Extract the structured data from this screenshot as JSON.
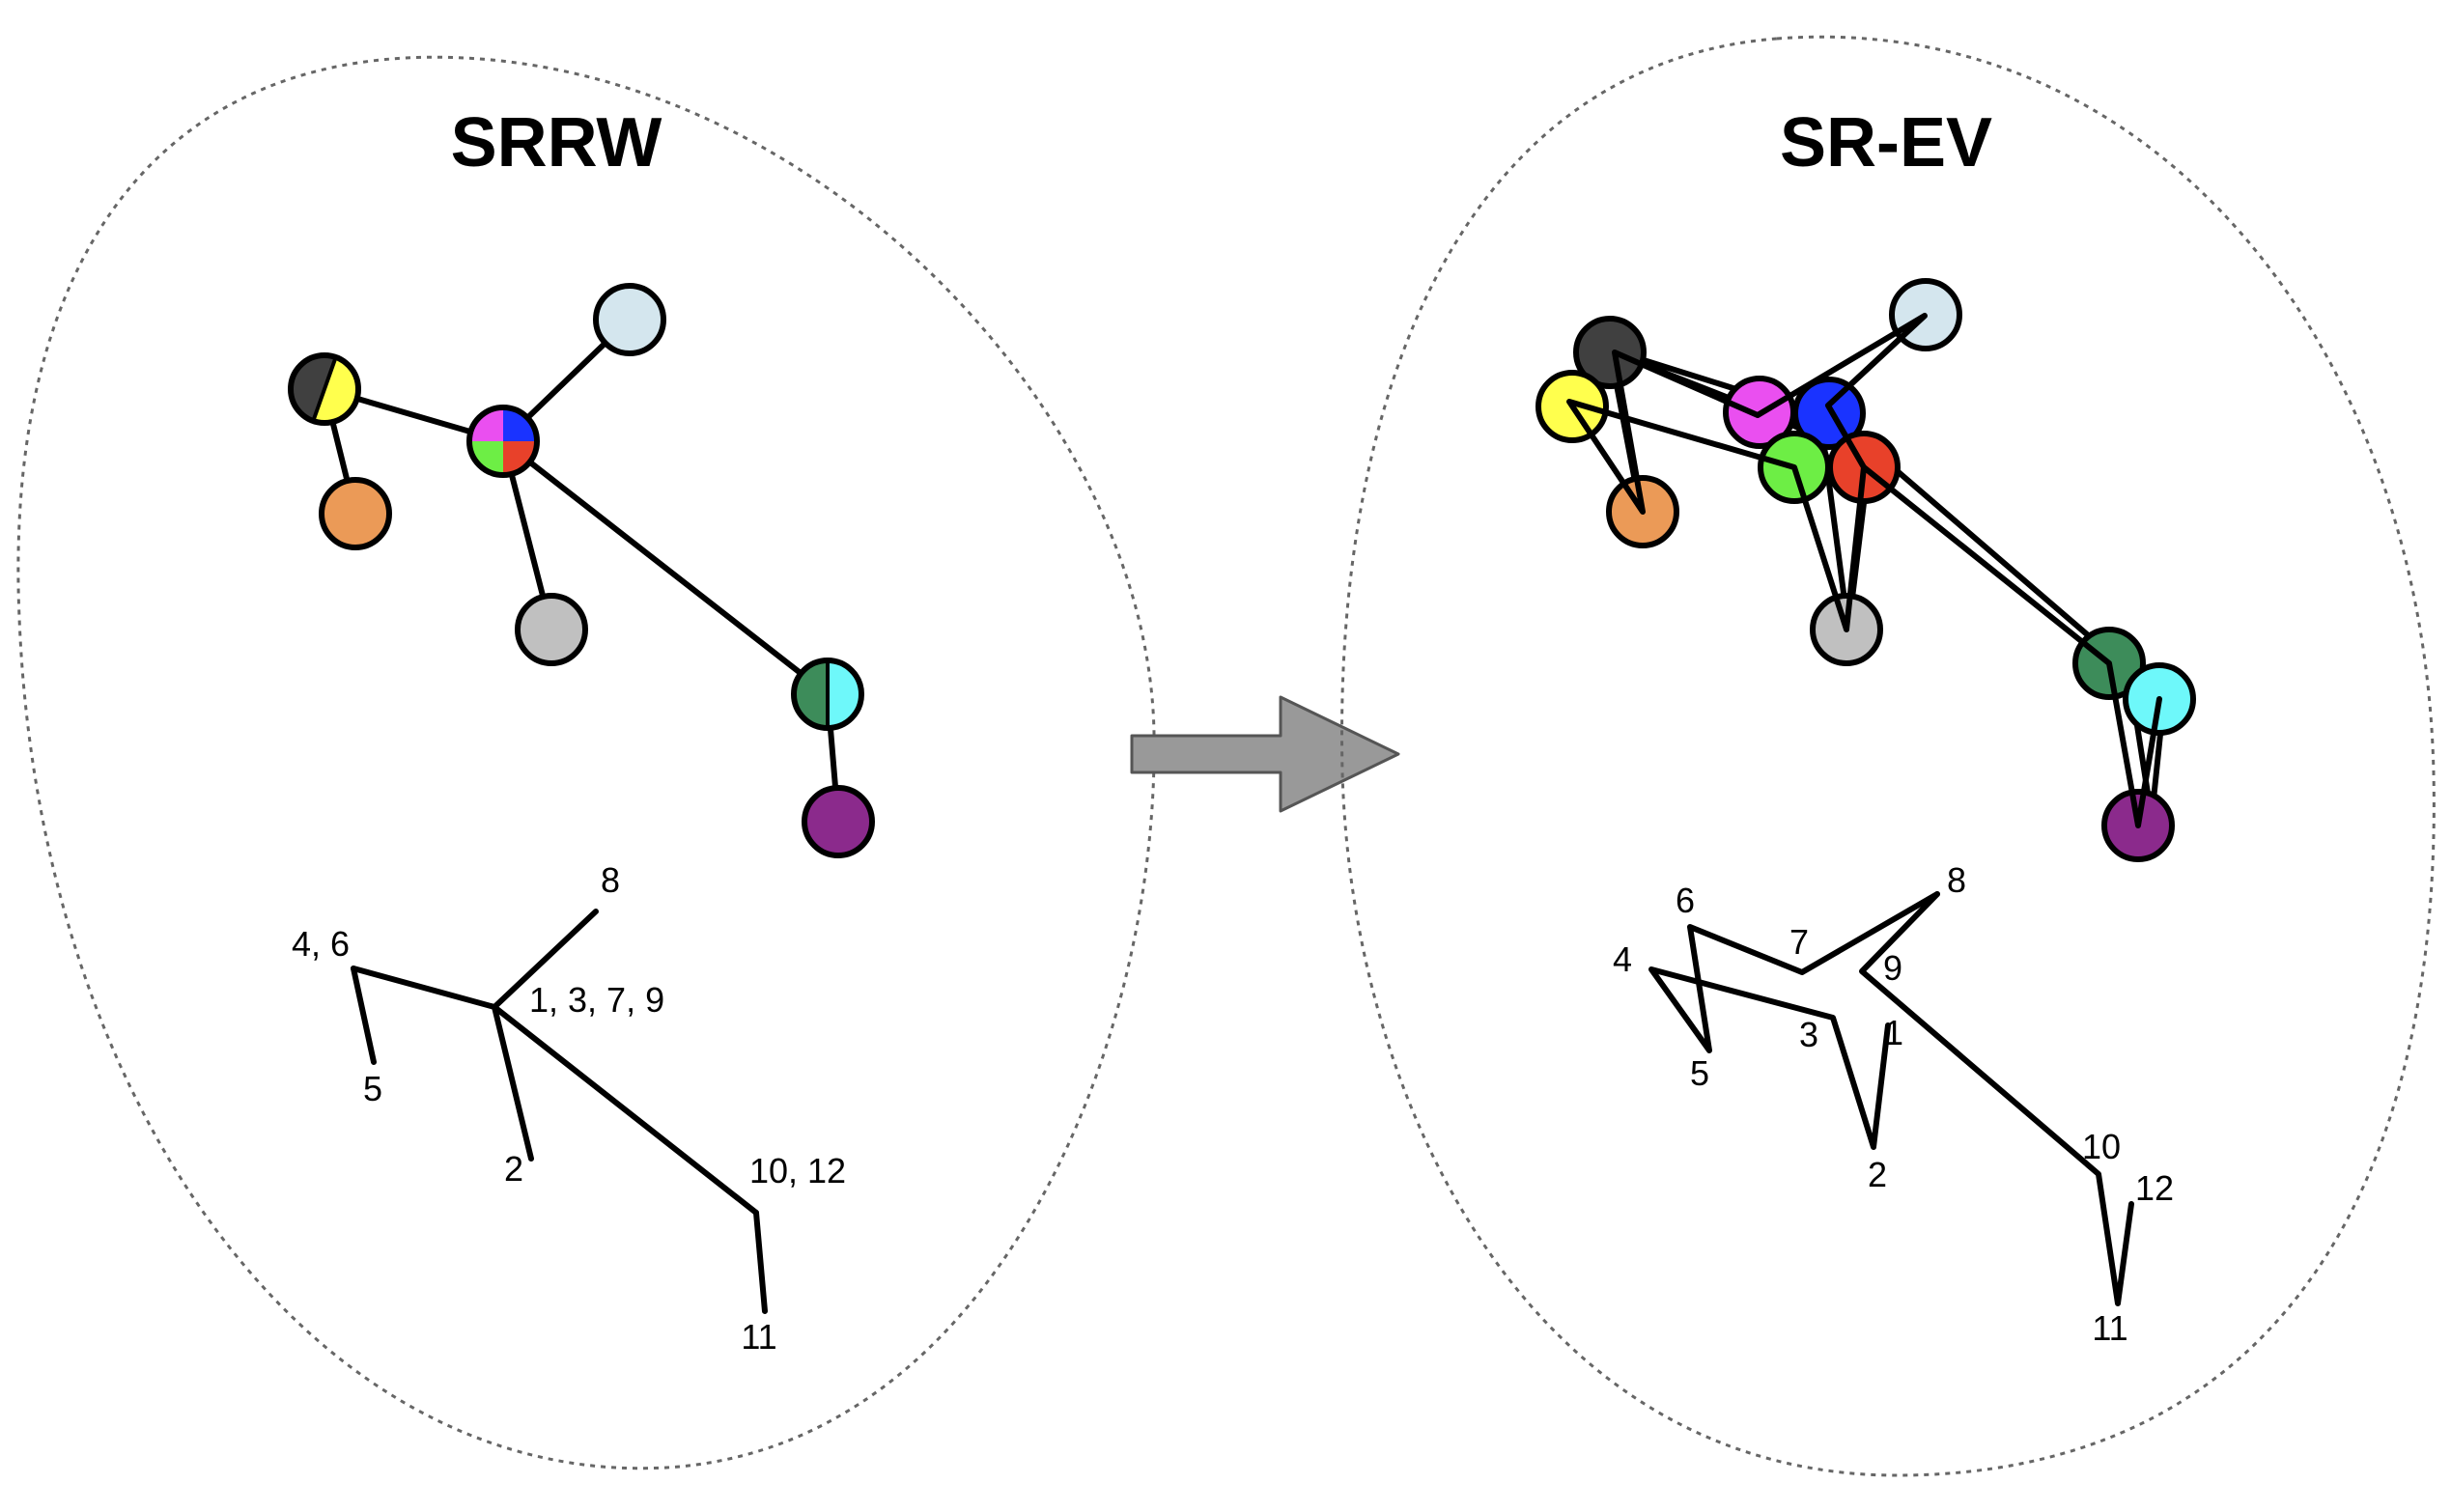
{
  "left_panel": {
    "title": "SRRW",
    "path_labels": {
      "l_8": "8",
      "l_46": "4, 6",
      "l_1379": "1, 3, 7, 9",
      "l_5": "5",
      "l_2": "2",
      "l_1012": "10, 12",
      "l_11": "11"
    }
  },
  "right_panel": {
    "title": "SR-EV",
    "path_labels": {
      "l_8": "8",
      "l_6": "6",
      "l_7": "7",
      "l_9": "9",
      "l_4": "4",
      "l_3": "3",
      "l_1": "1",
      "l_5": "5",
      "l_2": "2",
      "l_10": "10",
      "l_12": "12",
      "l_11": "11"
    }
  },
  "colors": {
    "dark_gray": "#404040",
    "yellow": "#ffff4d",
    "orange": "#eb9a57",
    "light_blue": "#d4e6ee",
    "magenta": "#ea4ff0",
    "blue": "#1a33ff",
    "green": "#6dee45",
    "red": "#e8412a",
    "gray": "#c0c0c0",
    "dark_green": "#3d8c5a",
    "cyan": "#6ef8fa",
    "purple": "#8b2a8c",
    "arrow_fill": "#999999",
    "arrow_stroke": "#555555",
    "outline": "#666666"
  }
}
